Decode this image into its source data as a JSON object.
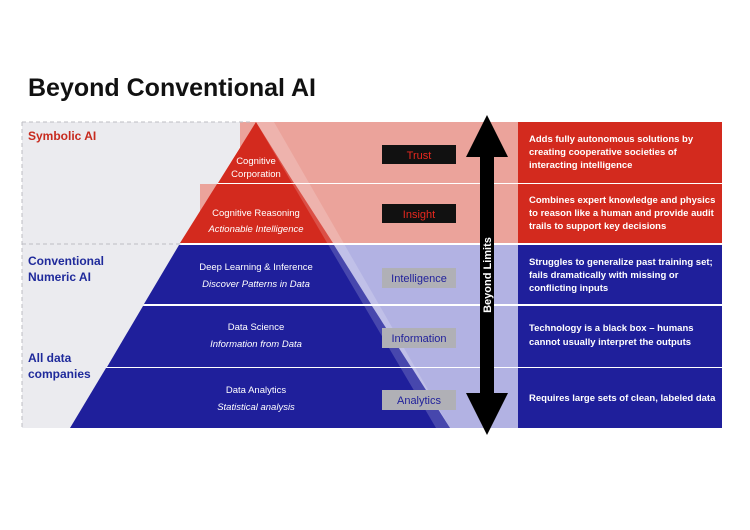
{
  "title": "Beyond Conventional AI",
  "left_labels": {
    "symbolic": "Symbolic AI",
    "conventional_line1": "Conventional",
    "conventional_line2": "Numeric AI",
    "alldata_line1": "All data",
    "alldata_line2": "companies"
  },
  "pyramid": [
    {
      "line1": "Cognitive",
      "line2": "Corporation"
    },
    {
      "line1": "Cognitive Reasoning",
      "line2": "Actionable Intelligence"
    },
    {
      "line1": "Deep Learning & Inference",
      "line2": "Discover Patterns in Data"
    },
    {
      "line1": "Data Science",
      "line2": "Information from Data"
    },
    {
      "line1": "Data Analytics",
      "line2": "Statistical analysis"
    }
  ],
  "badges": [
    "Trust",
    "Insight",
    "Intelligence",
    "Information",
    "Analytics"
  ],
  "arrow_label": "Beyond Limits",
  "descriptions": [
    [
      "Adds fully autonomous solutions by",
      "creating cooperative societies of",
      "interacting intelligence"
    ],
    [
      "Combines expert knowledge and physics",
      "to reason like a human and provide audit",
      "trails to support key decisions"
    ],
    [
      "Struggles to generalize past training set;",
      "fails dramatically with missing or",
      "conflicting inputs"
    ],
    [
      "Technology is a black box – humans",
      "cannot usually interpret the outputs"
    ],
    [
      "Requires large sets of clean, labeled data"
    ]
  ],
  "colors": {
    "red_dark": "#d32a1e",
    "red_light": "#eba39b",
    "blue_dark": "#1f1f9b",
    "blue_light": "#b2b2e3",
    "grey_panel": "#ebebef",
    "symbolic_label": "#c72a1e",
    "conventional_label": "#1f2a9b",
    "badge_dark": "#111111",
    "badge_grey": "#b0b0b6",
    "badge_red_text": "#e8281e",
    "badge_blue_text": "#1f1f9b"
  }
}
